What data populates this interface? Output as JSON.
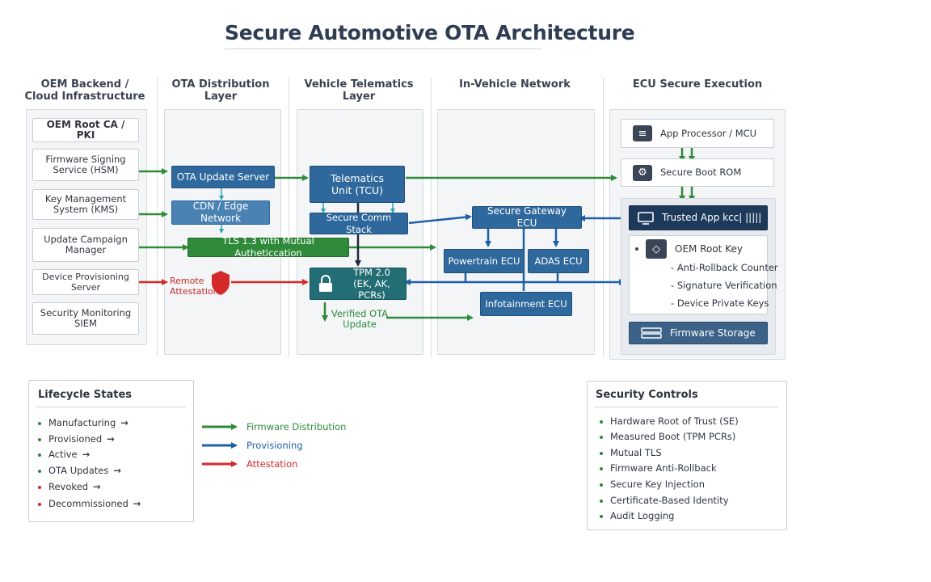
{
  "title": "Secure Automotive OTA Architecture",
  "columns": [
    "OEM Backend / Cloud Infrastructure",
    "OTA Distribution Layer",
    "Vehicle Telematics Layer",
    "In-Vehicle Network",
    "ECU Secure Execution"
  ],
  "backend": {
    "root_ca": "OEM Root CA / PKI",
    "signing": "Firmware Signing Service (HSM)",
    "kms": "Key Management System (KMS)",
    "campaign": "Update Campaign Manager",
    "provisioning": "Device Provisioning Server",
    "siem": "Security Monitoring SIEM"
  },
  "distribution": {
    "ota_server": "OTA Update Server",
    "cdn": "CDN / Edge Network",
    "tls": "TLS 1.3 with Mutual Autheticcation",
    "remote_attestation": "Remote Attestation"
  },
  "telematics": {
    "tcu": "Telematics Unit (TCU)",
    "comm_stack": "Secure Comm Stack",
    "tpm_title": "TPM 2.0",
    "tpm_sub": "(EK, AK, PCRs)",
    "verified": "Verified OTA Update"
  },
  "network": {
    "gateway": "Secure Gateway ECU",
    "powertrain": "Powertrain ECU",
    "adas": "ADAS ECU",
    "infotainment": "Infotainment ECU"
  },
  "ecu": {
    "app_processor": "App Processor / MCU",
    "secure_boot": "Secure Boot ROM",
    "trusted_app": "Trusted App kcc| |||||",
    "oem_root_key": "OEM Root Key",
    "anti_rollback": "Anti-Rollback Counter",
    "sig_verify": "Signature Verification",
    "private_keys": "Device Private Keys",
    "firmware_storage": "Firmware Storage"
  },
  "lifecycle": {
    "title": "Lifecycle States",
    "items": [
      {
        "label": "Manufacturing",
        "color": "#2f8a3a"
      },
      {
        "label": "Provisioned",
        "color": "#2f8a3a"
      },
      {
        "label": "Active",
        "color": "#2f8a3a"
      },
      {
        "label": "OTA Updates",
        "color": "#2f8a3a"
      },
      {
        "label": "Revoked",
        "color": "#c62b2b"
      },
      {
        "label": "Decommissioned",
        "color": "#c62b2b"
      }
    ]
  },
  "legend": {
    "items": [
      {
        "label": "Firmware Distribution",
        "color": "#2f8a3a"
      },
      {
        "label": "Provisioning",
        "color": "#1f5fa8"
      },
      {
        "label": "Attestation",
        "color": "#d42a2a"
      }
    ]
  },
  "controls": {
    "title": "Security Controls",
    "items": [
      "Hardware Root of Trust (SE)",
      "Measured Boot (TPM PCRs)",
      "Mutual TLS",
      "Firmware Anti-Rollback",
      "Secure Key Injection",
      "Certificate-Based Identity",
      "Audit Logging"
    ]
  },
  "colors": {
    "green": "#2f8a3a",
    "blue": "#1f5fa8",
    "red": "#d42a2a",
    "navy": "#1e3a5a"
  },
  "icons": {
    "app_processor": "server-icon",
    "secure_boot": "gears-icon",
    "trusted_app": "monitor-icon",
    "oem_root_key": "key-diamond-icon",
    "firmware_storage": "storage-icon",
    "tpm": "lock-icon",
    "attestation": "shield-icon"
  }
}
